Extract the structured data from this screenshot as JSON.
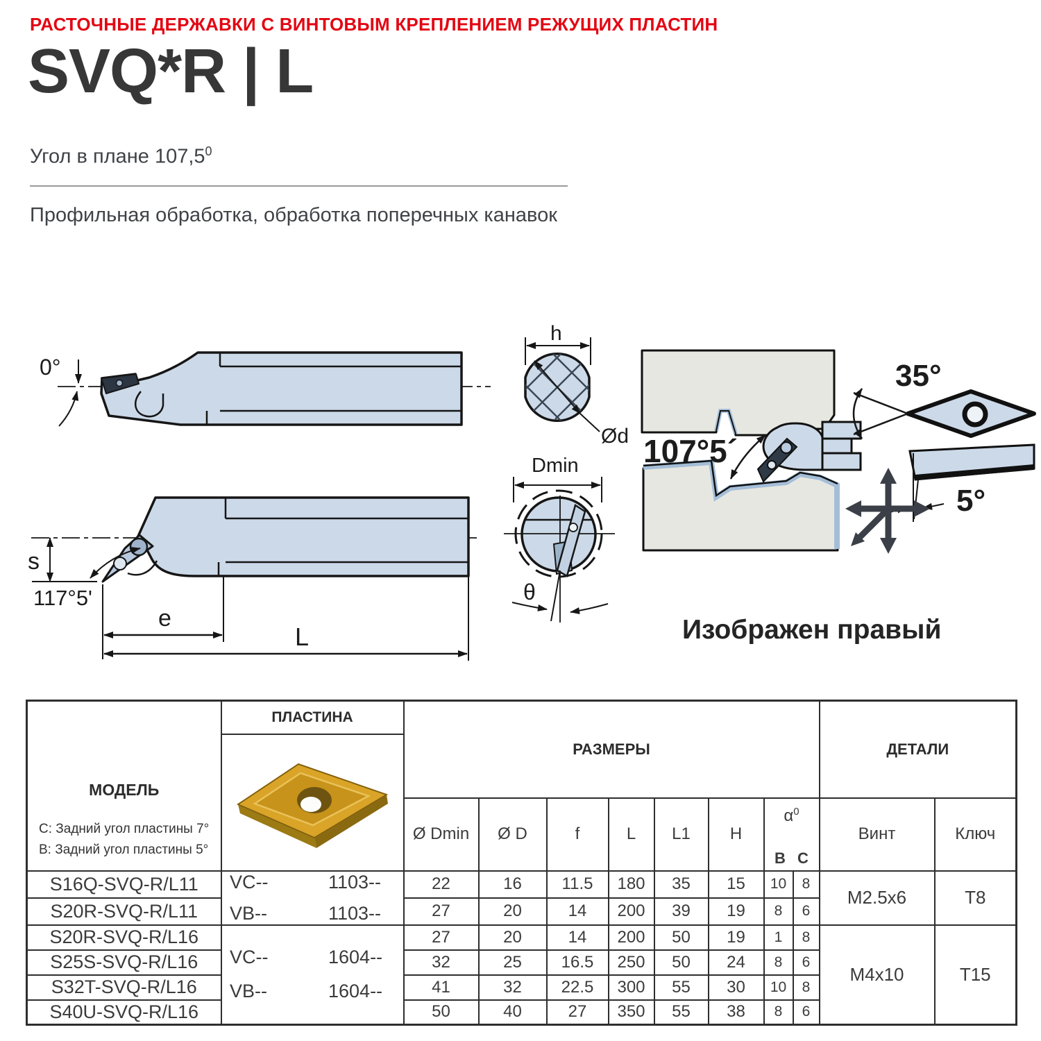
{
  "page": {
    "kicker": "РАСТОЧНЫЕ ДЕРЖАВКИ С ВИНТОВЫМ КРЕПЛЕНИЕМ РЕЖУЩИХ ПЛАСТИН",
    "title": "SVQ*R | L",
    "subtitle_prefix": "Угол в плане 107,5",
    "subtitle_sup": "0",
    "description": "Профильная обработка, обработка поперечных канавок"
  },
  "drawings": {
    "side_view": {
      "angle": "0°"
    },
    "angled_view": {
      "s": "s",
      "angle": "117°5'",
      "e": "e",
      "L": "L"
    },
    "section_view": {
      "h": "h",
      "diameter": "Ød"
    },
    "bore_view": {
      "dmin": "Dmin",
      "theta": "θ"
    },
    "application_view": {
      "plan_angle": "107°5´",
      "insert_angle": "35°",
      "clearance_angle": "5°"
    },
    "caption": "Изображен правый"
  },
  "table": {
    "model_header": "МОДЕЛЬ",
    "model_note_c": "C: Задний угол пластины 7°",
    "model_note_b": "B: Задний угол пластины 5°",
    "plate_header": "ПЛАСТИНА",
    "sizes_header": "РАЗМЕРЫ",
    "details_header": "ДЕТАЛИ",
    "col_dmin": "Ø Dmin",
    "col_d": "Ø D",
    "col_f": "f",
    "col_l": "L",
    "col_l1": "L1",
    "col_h": "H",
    "col_alpha": "α",
    "col_alpha_sup": "0",
    "col_alpha_b": "B",
    "col_alpha_c": "C",
    "col_screw": "Винт",
    "col_key": "Ключ",
    "groups": [
      {
        "plate_row1_type": "VC--",
        "plate_row1_code": "1103--",
        "plate_row2_type": "VB--",
        "plate_row2_code": "1103--",
        "screw": "M2.5x6",
        "key": "T8"
      },
      {
        "plate_row1_type": "VC--",
        "plate_row1_code": "1604--",
        "plate_row2_type": "VB--",
        "plate_row2_code": "1604--",
        "screw": "M4x10",
        "key": "T15"
      }
    ],
    "rows": [
      {
        "model": "S16Q-SVQ-R/L11",
        "dmin": "22",
        "d": "16",
        "f": "11.5",
        "l": "180",
        "l1": "35",
        "h": "15",
        "b": "10",
        "c": "8"
      },
      {
        "model": "S20R-SVQ-R/L11",
        "dmin": "27",
        "d": "20",
        "f": "14",
        "l": "200",
        "l1": "39",
        "h": "19",
        "b": "8",
        "c": "6"
      },
      {
        "model": "S20R-SVQ-R/L16",
        "dmin": "27",
        "d": "20",
        "f": "14",
        "l": "200",
        "l1": "50",
        "h": "19",
        "b": "1",
        "c": "8"
      },
      {
        "model": "S25S-SVQ-R/L16",
        "dmin": "32",
        "d": "25",
        "f": "16.5",
        "l": "250",
        "l1": "50",
        "h": "24",
        "b": "8",
        "c": "6"
      },
      {
        "model": "S32T-SVQ-R/L16",
        "dmin": "41",
        "d": "32",
        "f": "22.5",
        "l": "300",
        "l1": "55",
        "h": "30",
        "b": "10",
        "c": "8"
      },
      {
        "model": "S40U-SVQ-R/L16",
        "dmin": "50",
        "d": "40",
        "f": "27",
        "l": "350",
        "l1": "55",
        "h": "38",
        "b": "8",
        "c": "6"
      }
    ]
  },
  "colors": {
    "accent_red": "#e30613",
    "drawing_fill": "#ccd9e8",
    "workpiece_fill": "#e7e7e1",
    "insert_gold": "#d9a427"
  }
}
